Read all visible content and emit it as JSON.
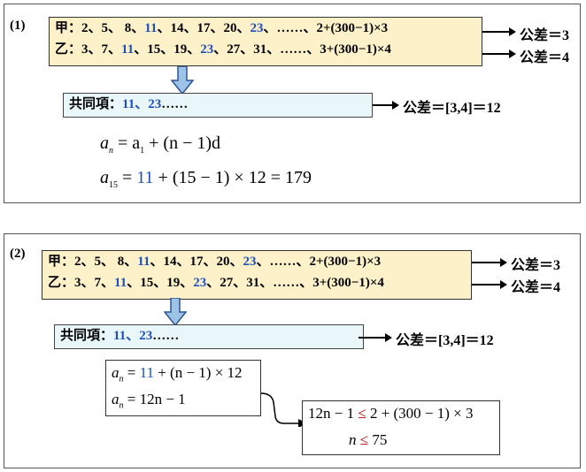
{
  "panel1": {
    "label": "(1)",
    "jia_prefix": "甲：",
    "jia_terms": [
      "2、5、 8、",
      "11",
      "、14、17、20、",
      "23",
      "、……、2+(300−1)×3"
    ],
    "yi_prefix": "乙：",
    "yi_terms": [
      "3、7、",
      "11",
      "、15、19、",
      "23",
      "、27、31、……、3+(300−1)×4"
    ],
    "diff_jia": "公差＝3",
    "diff_yi": "公差＝4",
    "common_prefix": "共同項：",
    "common_terms": [
      "11",
      "、",
      "23",
      "……"
    ],
    "common_diff": "公差＝[3,4]＝12",
    "formula1": [
      "a",
      "n",
      " = a",
      "1",
      " + (n − 1)d"
    ],
    "formula2": [
      "a",
      "15",
      " = ",
      "11",
      " + (15 − 1) × 12 = 179"
    ]
  },
  "panel2": {
    "label": "(2)",
    "jia_prefix": "甲：",
    "jia_terms": [
      "2、5、 8、",
      "11",
      "、14、17、20、",
      "23",
      "、……、2+(300−1)×3"
    ],
    "yi_prefix": "乙：",
    "yi_terms": [
      "3、7、",
      "11",
      "、15、19、",
      "23",
      "、27、31、……、3+(300−1)×4"
    ],
    "diff_jia": "公差＝3",
    "diff_yi": "公差＝4",
    "common_prefix": "共同項：",
    "common_terms": [
      "11",
      "、",
      "23",
      "……"
    ],
    "common_diff": "公差＝[3,4]＝12",
    "box1_line1": [
      "a",
      "n",
      " = ",
      "11",
      " + (n − 1) × 12"
    ],
    "box1_line2": [
      "a",
      "n",
      " = 12n − 1"
    ],
    "box2_line1": [
      "12n − 1 ",
      "≤",
      " 2 + (300 − 1) × 3"
    ],
    "box2_line2": [
      "n ",
      "≤",
      " 75"
    ]
  }
}
